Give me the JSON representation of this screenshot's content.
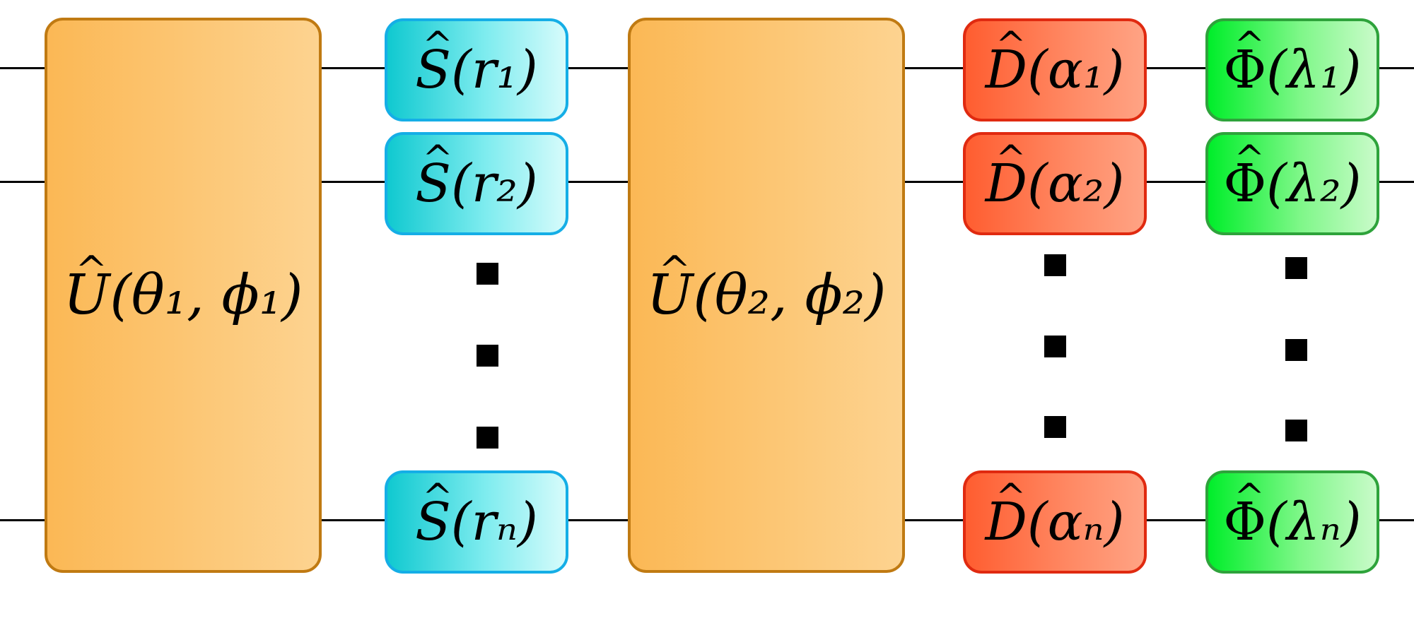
{
  "gates": {
    "u1": {
      "op": "U",
      "args": "(θ₁, ϕ₁)"
    },
    "u2": {
      "op": "U",
      "args": "(θ₂, ϕ₂)"
    },
    "s1": {
      "op": "S",
      "args": "(r₁)"
    },
    "s2": {
      "op": "S",
      "args": "(r₂)"
    },
    "sn": {
      "op": "S",
      "args": "(rₙ)"
    },
    "d1": {
      "op": "D",
      "args": "(α₁)"
    },
    "d2": {
      "op": "D",
      "args": "(α₂)"
    },
    "dn": {
      "op": "D",
      "args": "(αₙ)"
    },
    "p1": {
      "op": "Φ",
      "args": "(λ₁)"
    },
    "p2": {
      "op": "Φ",
      "args": "(λ₂)"
    },
    "pn": {
      "op": "Φ",
      "args": "(λₙ)"
    }
  },
  "colors": {
    "interferometer": "#fbb855",
    "squeezer": "#10c9d0",
    "displacement": "#ff5d30",
    "phase": "#00ee2a"
  }
}
